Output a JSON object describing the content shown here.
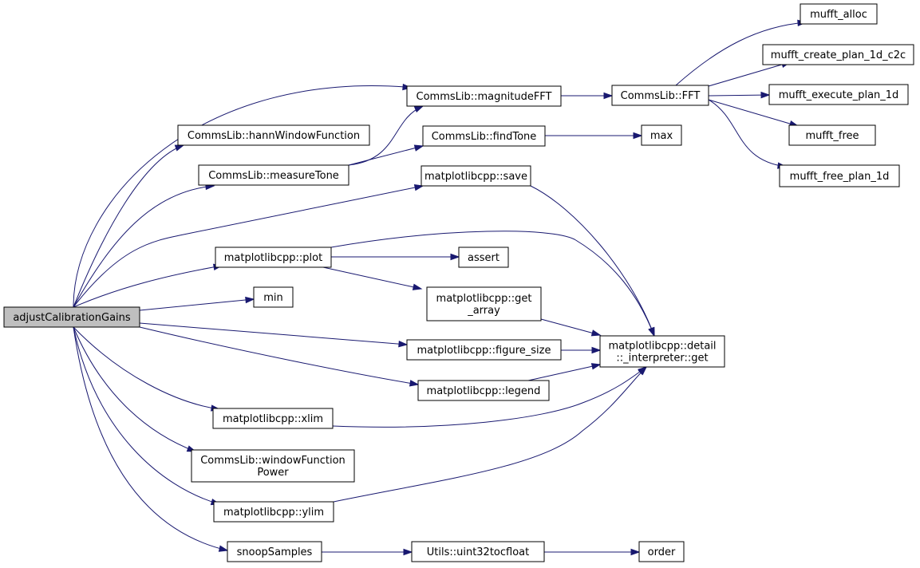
{
  "diagram": {
    "type": "call-graph",
    "colors": {
      "edge": "#191970",
      "root_fill": "#bfbfbf",
      "node_fill": "#ffffff",
      "node_border": "#000000"
    },
    "nodes": [
      {
        "id": "adjust",
        "lines": [
          "adjustCalibrationGains"
        ],
        "root": true
      },
      {
        "id": "magFFT",
        "lines": [
          "CommsLib::magnitudeFFT"
        ]
      },
      {
        "id": "hann",
        "lines": [
          "CommsLib::hannWindowFunction"
        ]
      },
      {
        "id": "measureTone",
        "lines": [
          "CommsLib::measureTone"
        ]
      },
      {
        "id": "findTone",
        "lines": [
          "CommsLib::findTone"
        ]
      },
      {
        "id": "save",
        "lines": [
          "matplotlibcpp::save"
        ]
      },
      {
        "id": "plot",
        "lines": [
          "matplotlibcpp::plot"
        ]
      },
      {
        "id": "assert",
        "lines": [
          "assert"
        ]
      },
      {
        "id": "getArray",
        "lines": [
          "matplotlibcpp::get",
          "_array"
        ]
      },
      {
        "id": "min",
        "lines": [
          "min"
        ]
      },
      {
        "id": "figSize",
        "lines": [
          "matplotlibcpp::figure_size"
        ]
      },
      {
        "id": "legend",
        "lines": [
          "matplotlibcpp::legend"
        ]
      },
      {
        "id": "xlim",
        "lines": [
          "matplotlibcpp::xlim"
        ]
      },
      {
        "id": "winPower",
        "lines": [
          "CommsLib::windowFunction",
          "Power"
        ]
      },
      {
        "id": "ylim",
        "lines": [
          "matplotlibcpp::ylim"
        ]
      },
      {
        "id": "snoop",
        "lines": [
          "snoopSamples"
        ]
      },
      {
        "id": "u32",
        "lines": [
          "Utils::uint32tocfloat"
        ]
      },
      {
        "id": "order",
        "lines": [
          "order"
        ]
      },
      {
        "id": "interpGet",
        "lines": [
          "matplotlibcpp::detail",
          "::_interpreter::get"
        ]
      },
      {
        "id": "fft",
        "lines": [
          "CommsLib::FFT"
        ]
      },
      {
        "id": "max",
        "lines": [
          "max"
        ]
      },
      {
        "id": "alloc",
        "lines": [
          "mufft_alloc"
        ]
      },
      {
        "id": "plan",
        "lines": [
          "mufft_create_plan_1d_c2c"
        ]
      },
      {
        "id": "exec",
        "lines": [
          "mufft_execute_plan_1d"
        ]
      },
      {
        "id": "free",
        "lines": [
          "mufft_free"
        ]
      },
      {
        "id": "freePlan",
        "lines": [
          "mufft_free_plan_1d"
        ]
      }
    ],
    "edges": [
      {
        "from": "adjust",
        "to": "magFFT"
      },
      {
        "from": "adjust",
        "to": "hann"
      },
      {
        "from": "adjust",
        "to": "measureTone"
      },
      {
        "from": "adjust",
        "to": "save"
      },
      {
        "from": "adjust",
        "to": "plot"
      },
      {
        "from": "adjust",
        "to": "min"
      },
      {
        "from": "adjust",
        "to": "figSize"
      },
      {
        "from": "adjust",
        "to": "legend"
      },
      {
        "from": "adjust",
        "to": "xlim"
      },
      {
        "from": "adjust",
        "to": "winPower"
      },
      {
        "from": "adjust",
        "to": "ylim"
      },
      {
        "from": "adjust",
        "to": "snoop"
      },
      {
        "from": "magFFT",
        "to": "fft"
      },
      {
        "from": "fft",
        "to": "alloc"
      },
      {
        "from": "fft",
        "to": "plan"
      },
      {
        "from": "fft",
        "to": "exec"
      },
      {
        "from": "fft",
        "to": "free"
      },
      {
        "from": "fft",
        "to": "freePlan"
      },
      {
        "from": "measureTone",
        "to": "magFFT"
      },
      {
        "from": "measureTone",
        "to": "findTone"
      },
      {
        "from": "findTone",
        "to": "max"
      },
      {
        "from": "save",
        "to": "interpGet"
      },
      {
        "from": "plot",
        "to": "assert"
      },
      {
        "from": "plot",
        "to": "getArray"
      },
      {
        "from": "plot",
        "to": "interpGet"
      },
      {
        "from": "getArray",
        "to": "interpGet"
      },
      {
        "from": "figSize",
        "to": "interpGet"
      },
      {
        "from": "legend",
        "to": "interpGet"
      },
      {
        "from": "xlim",
        "to": "interpGet"
      },
      {
        "from": "ylim",
        "to": "interpGet"
      },
      {
        "from": "snoop",
        "to": "u32"
      },
      {
        "from": "u32",
        "to": "order"
      }
    ]
  }
}
